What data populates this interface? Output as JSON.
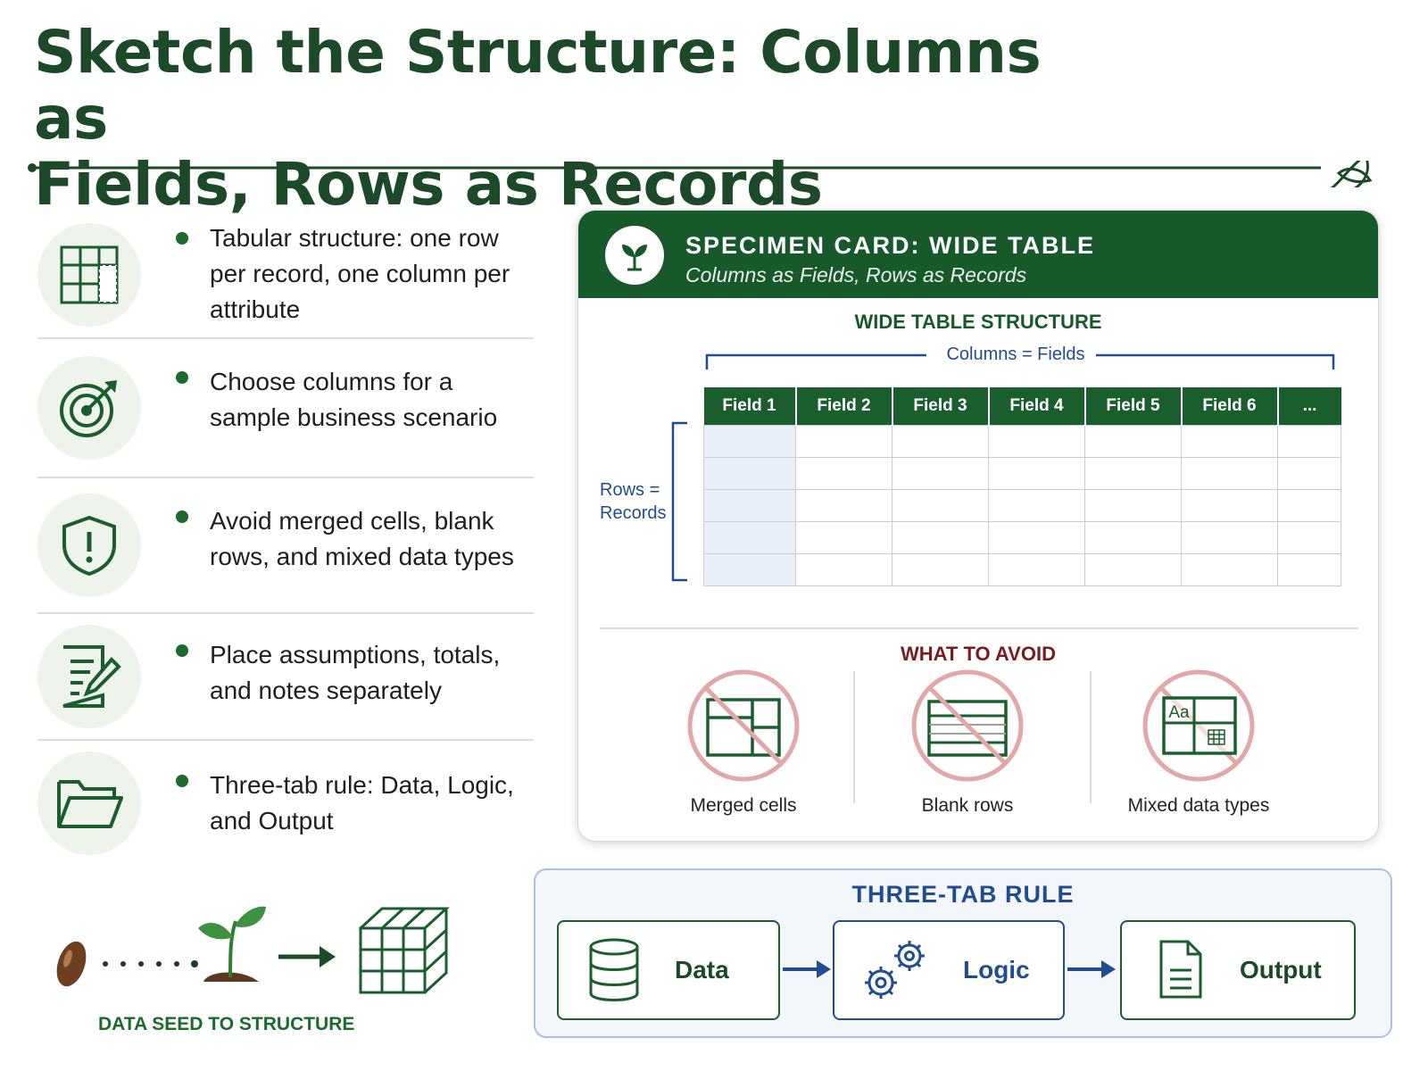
{
  "page": {
    "title_line1": "Sketch the Structure: Columns as",
    "title_line2": "Fields, Rows as Records"
  },
  "bullets": [
    {
      "icon": "table-grid-icon",
      "text": "Tabular structure: one row per record, one column per attribute"
    },
    {
      "icon": "target-icon",
      "text": "Choose columns for a sample business scenario"
    },
    {
      "icon": "shield-warning-icon",
      "text": "Avoid merged cells, blank rows, and mixed data types"
    },
    {
      "icon": "notes-pencil-icon",
      "text": "Place assumptions, totals, and notes separately"
    },
    {
      "icon": "folder-icon",
      "text": "Three-tab rule: Data, Logic, and Output"
    }
  ],
  "card": {
    "icon": "sprout-icon",
    "title": "SPECIMEN CARD: WIDE TABLE",
    "subtitle": "Columns as Fields, Rows as Records",
    "structure_title": "WIDE TABLE STRUCTURE",
    "columns_label": "Columns = Fields",
    "rows_label_line1": "Rows =",
    "rows_label_line2": "Records",
    "fields": [
      "Field 1",
      "Field 2",
      "Field 3",
      "Field 4",
      "Field 5",
      "Field 6",
      "..."
    ],
    "avoid_title": "WHAT TO AVOID",
    "avoid_items": [
      {
        "icon": "merged-cells-icon",
        "label": "Merged cells"
      },
      {
        "icon": "blank-rows-icon",
        "label": "Blank rows"
      },
      {
        "icon": "mixed-types-icon",
        "label": "Mixed data types",
        "glyph": "Aa"
      }
    ]
  },
  "seed": {
    "caption": "DATA SEED TO STRUCTURE"
  },
  "three_tab": {
    "title": "THREE-TAB RULE",
    "tabs": [
      {
        "icon": "database-icon",
        "label": "Data"
      },
      {
        "icon": "gears-icon",
        "label": "Logic"
      },
      {
        "icon": "document-icon",
        "label": "Output"
      }
    ]
  },
  "colors": {
    "brand_green": "#18592c",
    "title_green": "#1c4a28",
    "accent_blue": "#1f4d8f",
    "warn_red": "#7a1c1c",
    "prohibit_pink": "#e3a7a7"
  }
}
